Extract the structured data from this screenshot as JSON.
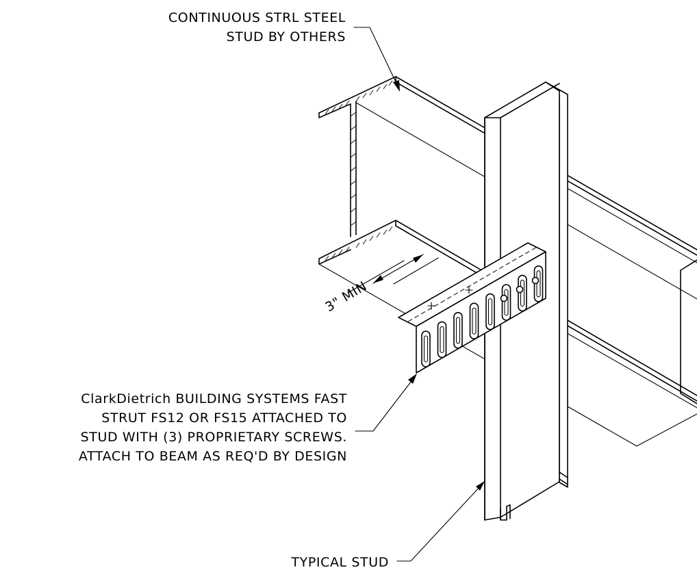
{
  "labels": {
    "steel_stud_line1": "CONTINUOUS STRL STEEL",
    "steel_stud_line2": "STUD BY OTHERS",
    "dimension": "3\" MIN",
    "strut_line1": "ClarkDietrich BUILDING SYSTEMS FAST",
    "strut_line2": "STRUT FS12 OR FS15 ATTACHED TO",
    "strut_line3": "STUD WITH (3) PROPRIETARY SCREWS.",
    "strut_line4": "ATTACH TO BEAM AS REQ'D BY DESIGN",
    "typical_stud": "TYPICAL STUD"
  },
  "colors": {
    "line": "#000000",
    "background": "#ffffff"
  }
}
